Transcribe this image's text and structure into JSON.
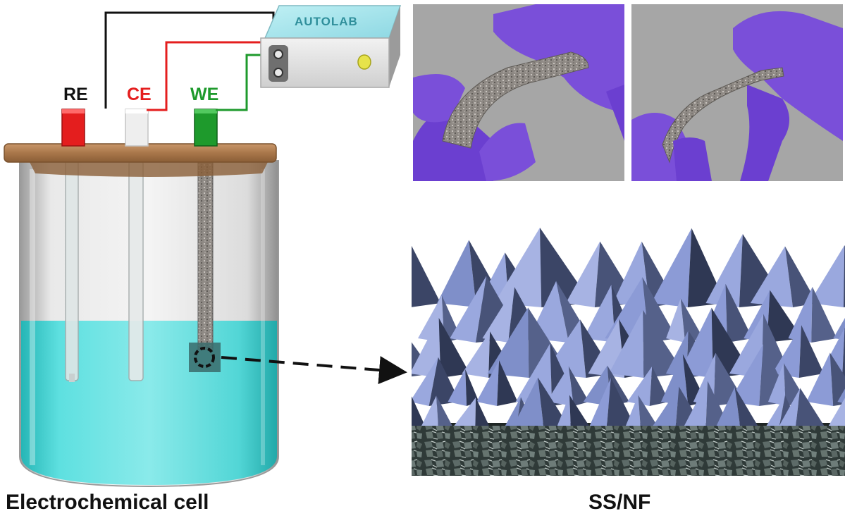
{
  "instrument": {
    "name": "AUTOLAB"
  },
  "electrodes": [
    {
      "label": "RE",
      "color": "#111111"
    },
    {
      "label": "CE",
      "color": "#e41e1e"
    },
    {
      "label": "WE",
      "color": "#1e9a2c"
    }
  ],
  "captions": {
    "left": "Electrochemical  cell",
    "right": "SS/NF"
  },
  "colors": {
    "electrolyte": "#37cfcf",
    "lid": "#b07f4e",
    "wire_re": "#111111",
    "wire_ce": "#e41e1e",
    "wire_we": "#1e9a2c",
    "nanostructure": "#7f8fc9",
    "glove": "#7a4fd9"
  },
  "icons": [
    "potentiostat-icon",
    "electrochemical-cell-icon",
    "glove-photo",
    "pyramid-array-icon",
    "foam-substrate-icon",
    "dashed-arrow-icon"
  ]
}
